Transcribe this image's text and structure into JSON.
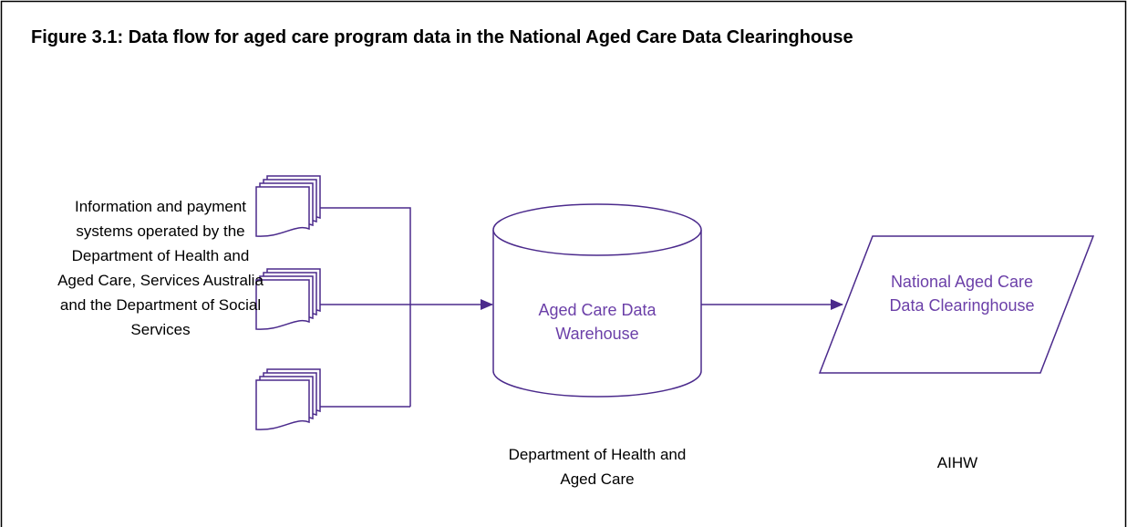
{
  "title": "Figure 3.1: Data flow for aged care program data in the National Aged Care Data Clearinghouse",
  "source_systems": {
    "text": "Information and payment systems operated by the Department of Health and Aged Care, Services Australia and the Department of Social Services",
    "document_icon": "document-stack-icon"
  },
  "warehouse": {
    "label": "Aged Care Data Warehouse",
    "owner": "Department of Health and Aged Care"
  },
  "clearinghouse": {
    "label": "National Aged Care Data Clearinghouse",
    "owner": "AIHW"
  },
  "colors": {
    "flow_line": "#4b2a8c",
    "node_label": "#6b3fa8",
    "border": "#000000",
    "shape_stroke": "#4b2a8c"
  }
}
